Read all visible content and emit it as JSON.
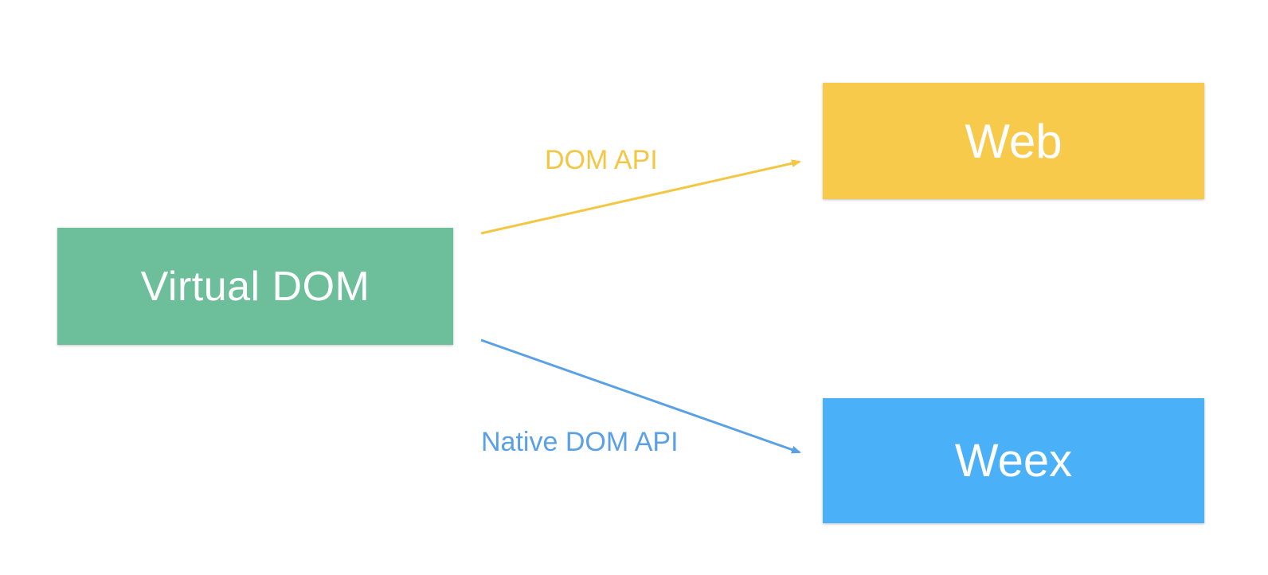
{
  "nodes": {
    "virtual_dom": {
      "label": "Virtual DOM",
      "color": "#6cbf9a"
    },
    "web": {
      "label": "Web",
      "color": "#f7ca4c"
    },
    "weex": {
      "label": "Weex",
      "color": "#4ab0f8"
    }
  },
  "edges": {
    "dom_api": {
      "label": "DOM API",
      "color": "#f3c744"
    },
    "native_dom_api": {
      "label": "Native DOM API",
      "color": "#5aa0e6"
    }
  }
}
